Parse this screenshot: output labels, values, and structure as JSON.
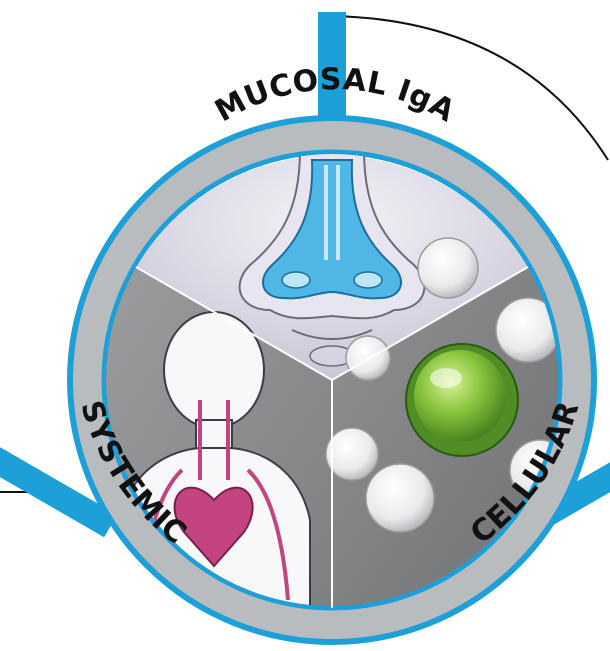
{
  "labels": {
    "top": "MUCOSAL IgA",
    "left": "SYSTEMIC",
    "right": "CELLULAR"
  },
  "colors": {
    "ring": "#b9bcbf",
    "ring_border": "#1d9fd7",
    "accent_blue": "#1d9fd7",
    "nose_blue": "#4fb6e6",
    "heart_magenta": "#c2457f",
    "cell_green": "#8cc63f",
    "panel_gray": "#8a8c8e"
  },
  "icons": {
    "top_segment": "nose-icon",
    "left_segment": "child-heart-icon",
    "right_segment": "lymphocyte-cell-icon"
  }
}
